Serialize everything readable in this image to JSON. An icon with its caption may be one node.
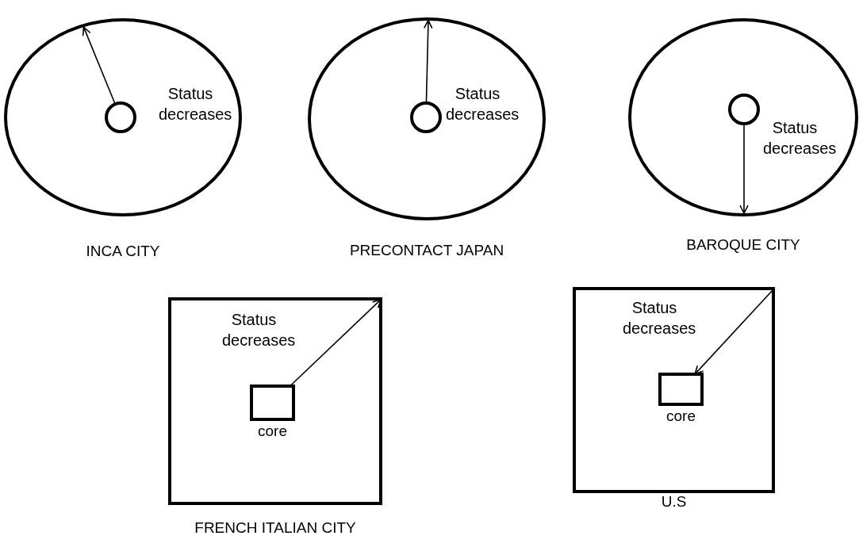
{
  "diagram": {
    "nodes": [
      {
        "text": [
          "INCA CITY"
        ]
      },
      {
        "text": [],
        "shape": "circle",
        "in": 0
      },
      {
        "text": [
          "PRECONTACT JAPAN"
        ]
      },
      {
        "text": [],
        "shape": "circle",
        "in": 2
      },
      {
        "text": [
          "BAROQUE CITY"
        ]
      },
      {
        "text": [],
        "shape": "circle",
        "in": 4
      },
      {
        "text": [
          "FRENCH ITALIAN CITY"
        ]
      },
      {
        "text": [
          "core"
        ],
        "in": 6
      },
      {
        "text": [
          "U.S"
        ]
      },
      {
        "text": [
          "core"
        ],
        "in": 8
      }
    ],
    "edges": [
      {
        "from": 1,
        "to": 0,
        "arrow": "to",
        "label": "Status decreases"
      },
      {
        "from": 3,
        "to": 2,
        "arrow": "to",
        "label": "Status decreases"
      },
      {
        "from": 5,
        "to": 4,
        "arrow": "to",
        "label": "Status decreases"
      },
      {
        "from": 7,
        "to": 6,
        "arrow": "to",
        "label": "Status decreases"
      },
      {
        "from": 8,
        "to": 9,
        "arrow": "to",
        "label": "Status decreases"
      }
    ]
  }
}
